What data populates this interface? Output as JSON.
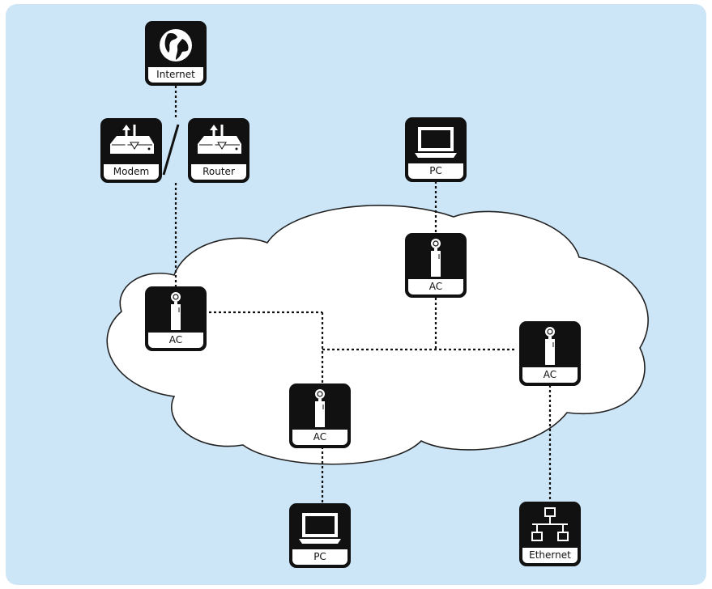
{
  "colors": {
    "background": "#cde6f7",
    "cloud": "#ffffff",
    "tile": "#111111",
    "label_bg": "#ffffff",
    "connector": "#111111"
  },
  "nodes": {
    "internet": {
      "label": "Internet",
      "icon": "globe-icon"
    },
    "modem": {
      "label": "Modem",
      "icon": "modem-icon"
    },
    "router": {
      "label": "Router",
      "icon": "router-icon"
    },
    "pc_top": {
      "label": "PC",
      "icon": "pc-monitor-icon"
    },
    "ac_top": {
      "label": "AC",
      "icon": "powerline-adapter-icon"
    },
    "ac_left": {
      "label": "AC",
      "icon": "powerline-adapter-icon"
    },
    "ac_right": {
      "label": "AC",
      "icon": "powerline-adapter-icon"
    },
    "ac_bottom": {
      "label": "AC",
      "icon": "powerline-adapter-icon"
    },
    "pc_bottom": {
      "label": "PC",
      "icon": "pc-monitor-icon"
    },
    "ethernet": {
      "label": "Ethernet",
      "icon": "ethernet-network-icon"
    }
  },
  "connections": [
    [
      "internet",
      "modem"
    ],
    [
      "modem",
      "ac_left"
    ],
    [
      "pc_top",
      "ac_top"
    ],
    [
      "ac_left",
      "ac_bottom"
    ],
    [
      "ac_top",
      "ac_bottom"
    ],
    [
      "ac_right",
      "ac_bottom"
    ],
    [
      "ac_bottom",
      "pc_bottom"
    ],
    [
      "ac_right",
      "ethernet"
    ]
  ]
}
